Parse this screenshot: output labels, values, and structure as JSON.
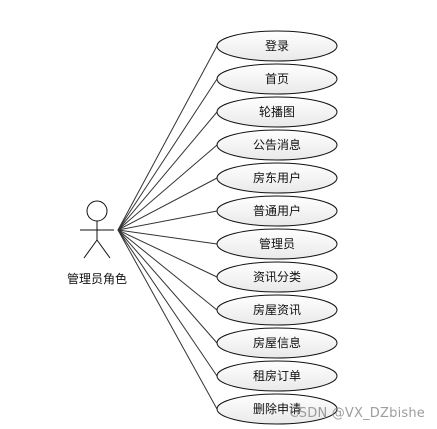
{
  "actor": {
    "label": "管理员角色"
  },
  "use_cases": [
    "登录",
    "首页",
    "轮播图",
    "公告消息",
    "房东用户",
    "普通用户",
    "管理员",
    "资讯分类",
    "房屋资讯",
    "房屋信息",
    "租房订单",
    "删除申请"
  ],
  "watermark": "CSDN @VX_DZbishe",
  "colors": {
    "ellipse_fill": "#f0f0f0",
    "ellipse_stroke": "#111111",
    "line": "#333333",
    "background": "#ffffff"
  }
}
